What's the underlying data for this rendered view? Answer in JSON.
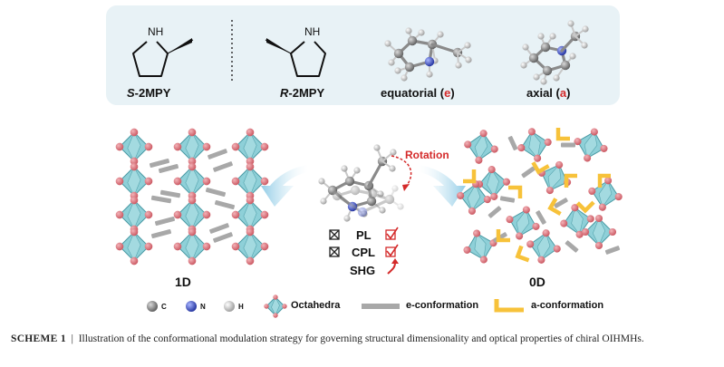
{
  "top": {
    "s_prefix": "S",
    "s_suffix": "-2MPY",
    "r_prefix": "R",
    "r_suffix": "-2MPY",
    "nh_label": "H",
    "n_label": "N",
    "equatorial_text": "equatorial (",
    "equatorial_letter": "e",
    "axial_text": "axial (",
    "axial_letter": "a",
    "close_paren": ")"
  },
  "middle": {
    "rotation_label": "Rotation",
    "properties": [
      {
        "label": "PL",
        "left_box": "crossed",
        "right_box": "checked"
      },
      {
        "label": "CPL",
        "left_box": "crossed",
        "right_box": "checked"
      },
      {
        "label": "SHG",
        "left_box": "none",
        "right_box": "arrow"
      }
    ]
  },
  "dimensions": {
    "left": "1D",
    "right": "0D"
  },
  "legend": {
    "c_label": "C",
    "n_label": "N",
    "h_label": "H",
    "octahedra_label": "Octahedra",
    "e_conf_label": "e-conformation",
    "a_conf_label": "a-conformation"
  },
  "caption": {
    "label": "SCHEME 1",
    "separator": "|",
    "text": "Illustration of the conformational modulation strategy for governing structural dimensionality and optical properties of chiral OIHMHs."
  },
  "colors": {
    "panel_bg": "#e8f2f6",
    "octahedron_fill": "#8ed0d8",
    "octahedron_edge": "#4a9aa4",
    "halide_atom": "#e07a82",
    "e_conformation": "#a8a8a8",
    "a_conformation": "#f7c23a",
    "nitrogen": "#3a4fc4",
    "carbon": "#7a7a7a",
    "hydrogen": "#e6e6e6",
    "accent_red": "#d42a2a",
    "arrow_blue": "#9fd2ea"
  }
}
